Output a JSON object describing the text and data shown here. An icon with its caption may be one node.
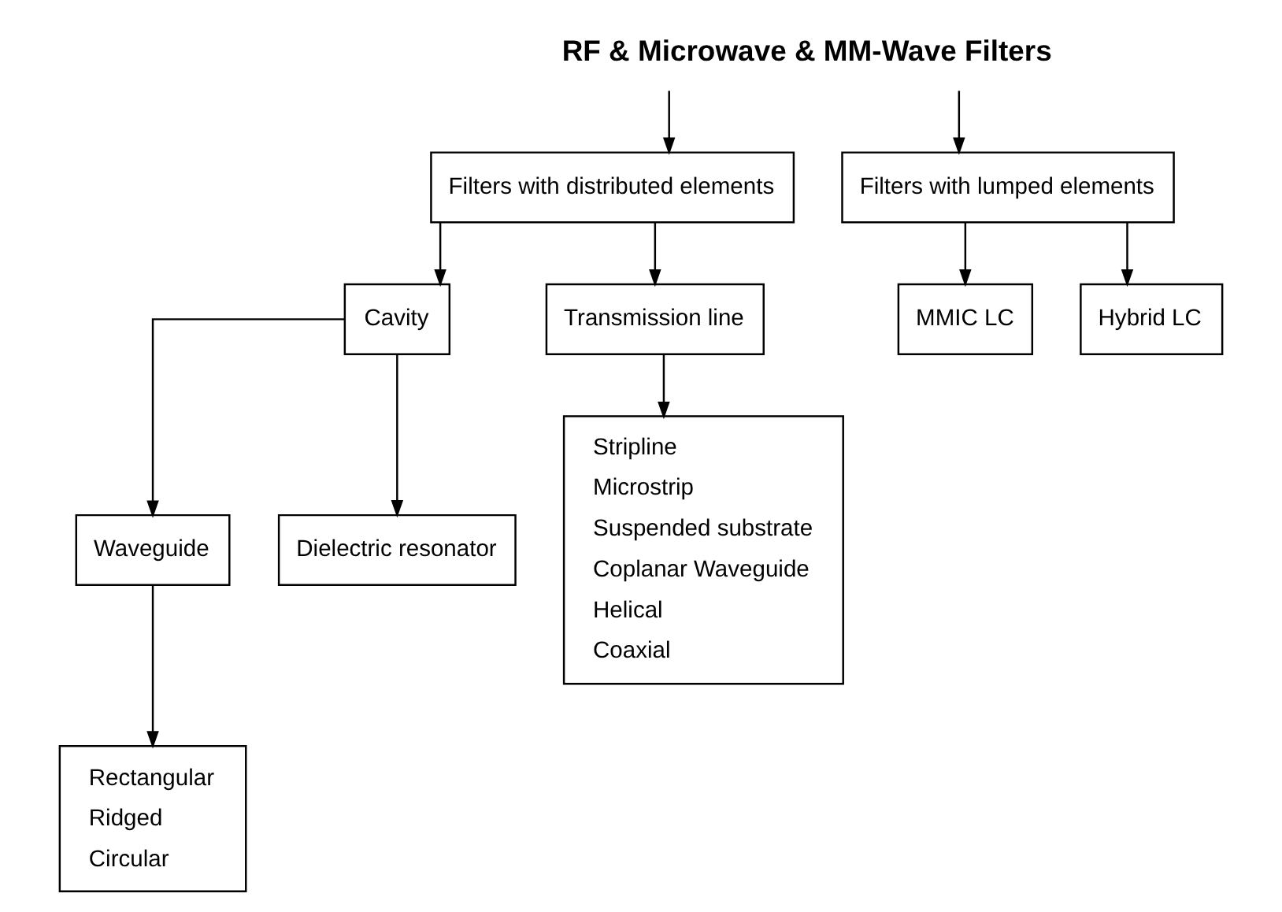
{
  "diagram": {
    "nodes": [
      {
        "text": [
          "RF & Microwave & MM-Wave Filters"
        ]
      },
      {
        "text": [
          "Filters with distributed elements"
        ]
      },
      {
        "text": [
          "Filters with lumped elements"
        ]
      },
      {
        "text": [
          "Cavity"
        ]
      },
      {
        "text": [
          "Transmission line"
        ]
      },
      {
        "text": [
          "MMIC LC"
        ]
      },
      {
        "text": [
          "Hybrid LC"
        ]
      },
      {
        "text": [
          "Waveguide"
        ]
      },
      {
        "text": [
          "Dielectric resonator"
        ]
      },
      {
        "text": [
          "Rectangular",
          "Ridged",
          "Circular"
        ]
      },
      {
        "text": [
          "Stripline",
          "Microstrip",
          "Suspended substrate",
          "Coplanar Waveguide",
          "Helical",
          "Coaxial"
        ]
      }
    ],
    "edges": [
      {
        "from": 0,
        "to": 1,
        "arrow": "to"
      },
      {
        "from": 0,
        "to": 2,
        "arrow": "to"
      },
      {
        "from": 1,
        "to": 3,
        "arrow": "to"
      },
      {
        "from": 1,
        "to": 4,
        "arrow": "to"
      },
      {
        "from": 2,
        "to": 5,
        "arrow": "to"
      },
      {
        "from": 2,
        "to": 6,
        "arrow": "to"
      },
      {
        "from": 3,
        "to": 7,
        "arrow": "to"
      },
      {
        "from": 3,
        "to": 8,
        "arrow": "to"
      },
      {
        "from": 7,
        "to": 9,
        "arrow": "to"
      },
      {
        "from": 4,
        "to": 10,
        "arrow": "to"
      }
    ]
  }
}
